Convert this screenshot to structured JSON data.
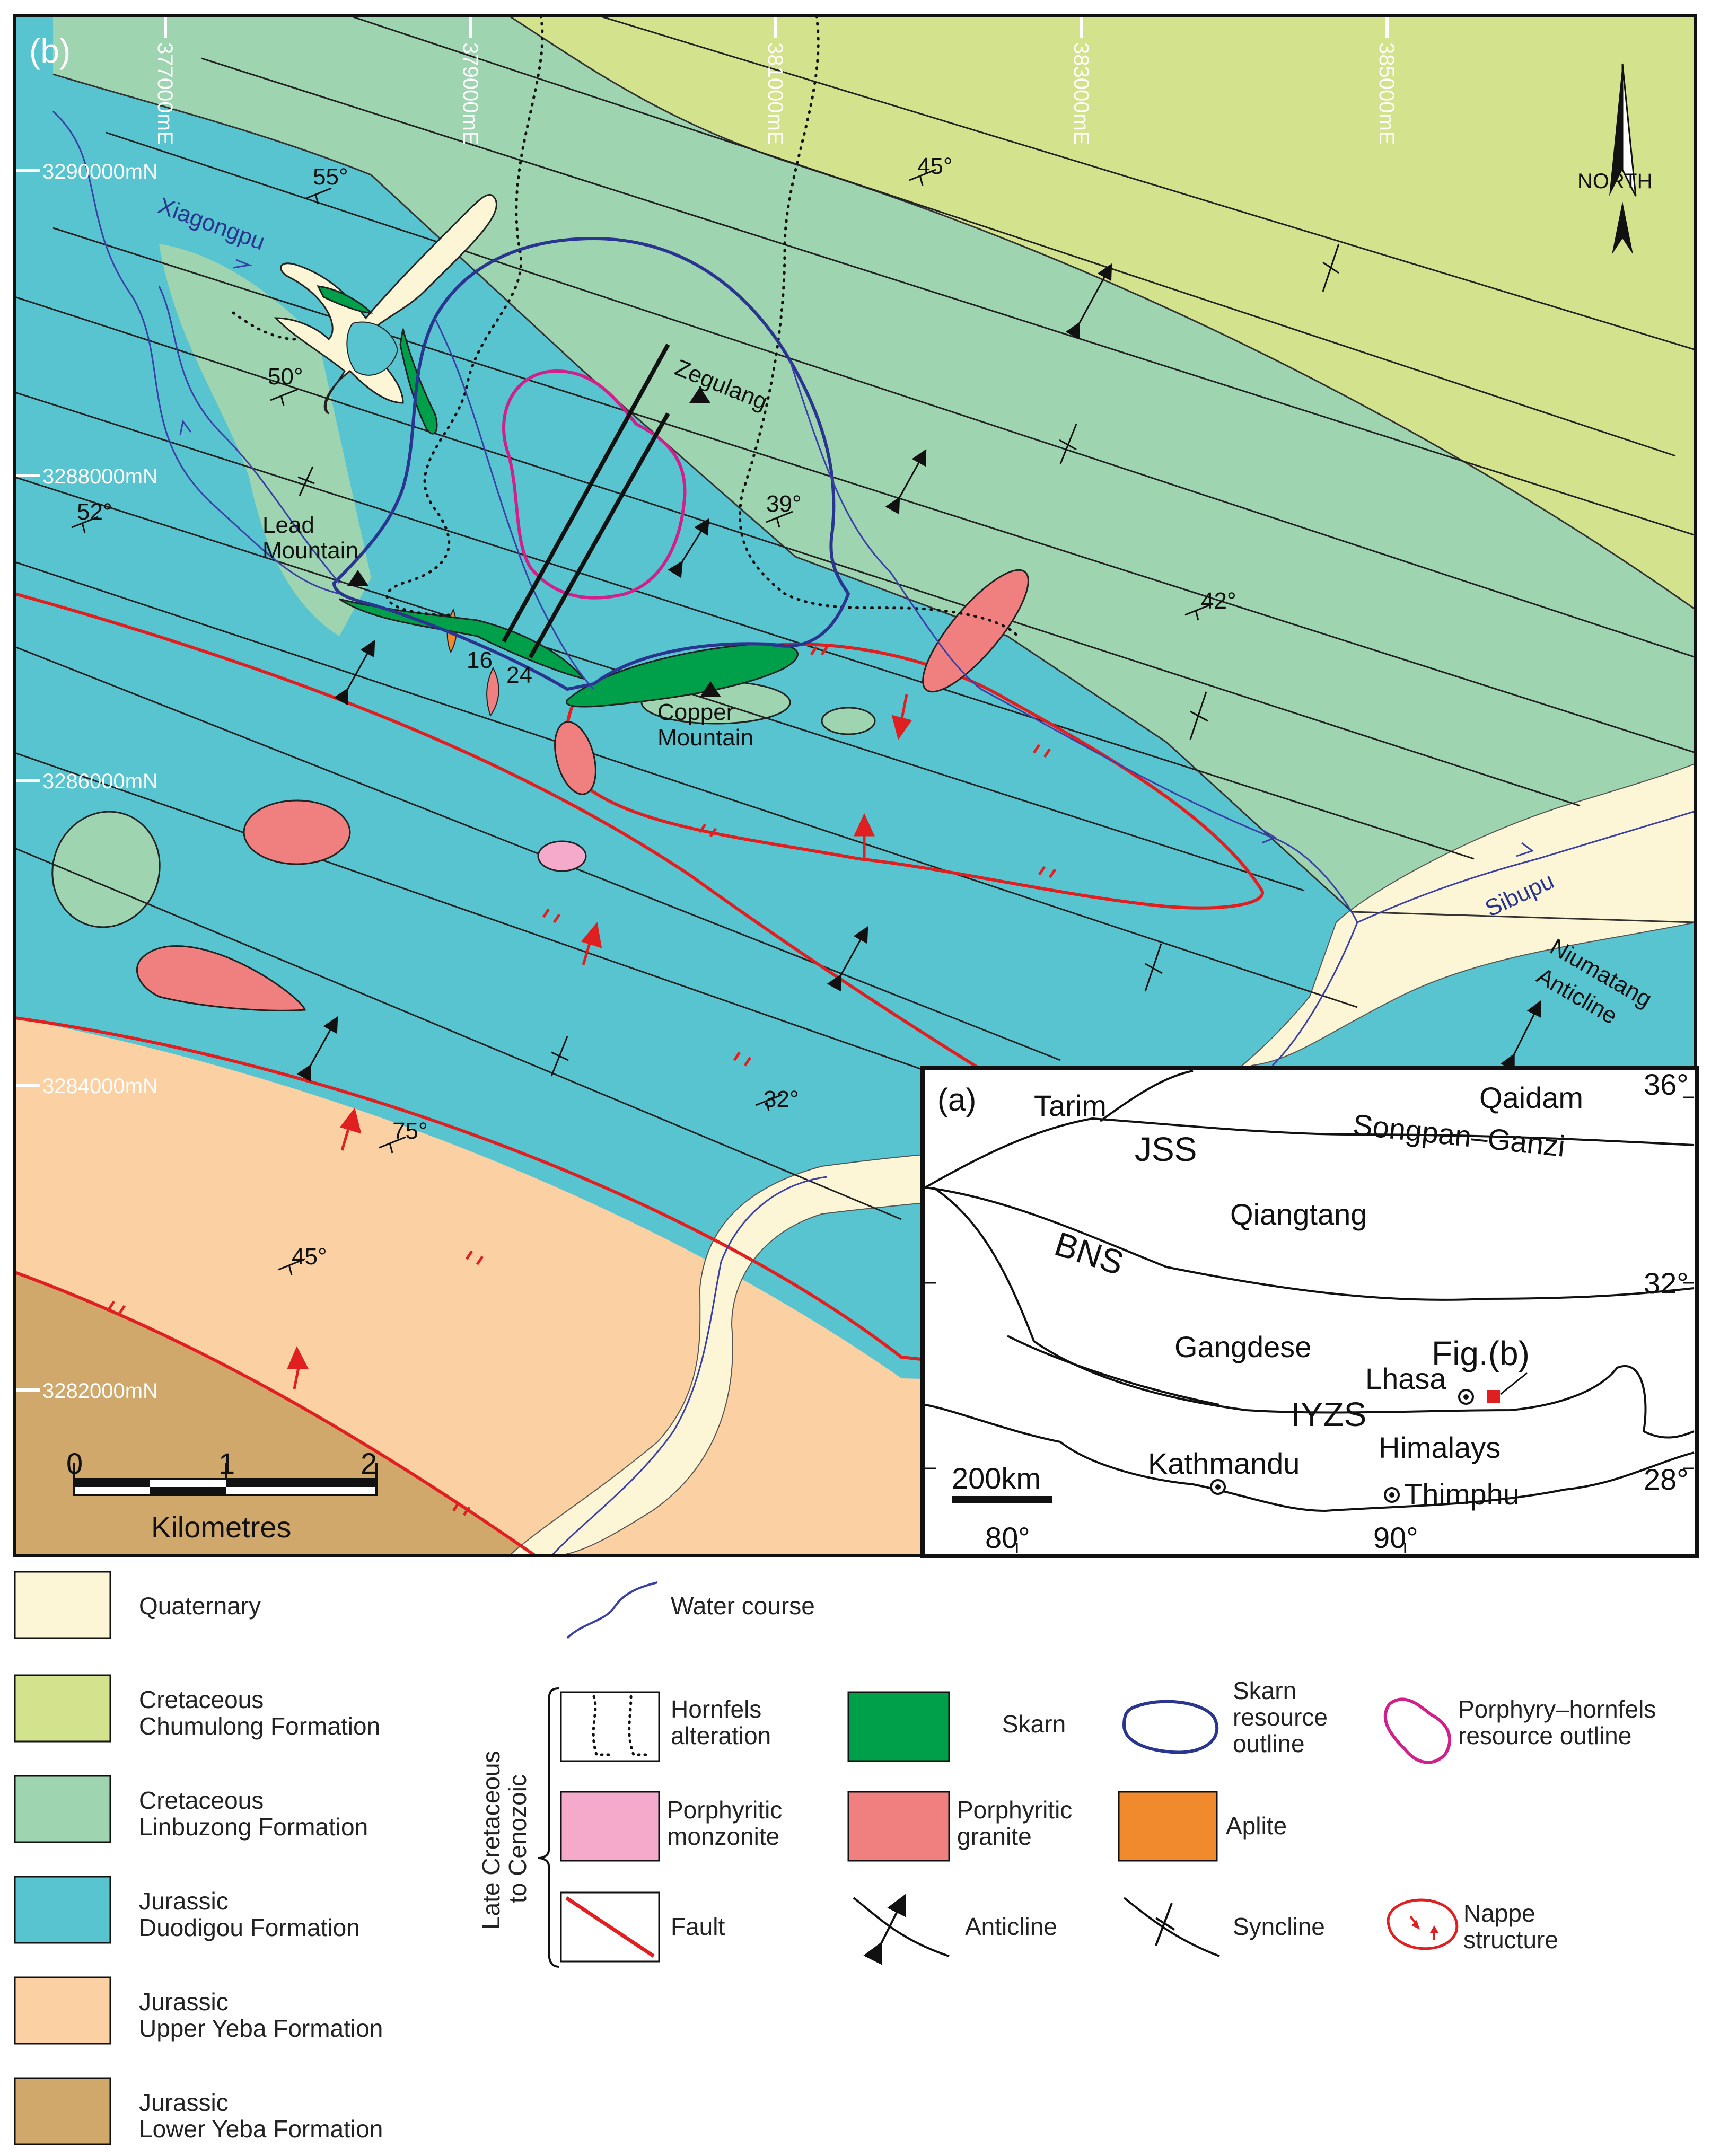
{
  "panels": {
    "main_label": "(b)",
    "inset_label": "(a)"
  },
  "eastings": [
    "377000mE",
    "379000mE",
    "381000mE",
    "383000mE",
    "385000mE"
  ],
  "northings": [
    "3290000mN",
    "3288000mN",
    "3286000mN",
    "3284000mN",
    "3282000mN"
  ],
  "north_arrow": "NORTH",
  "place_labels": {
    "zegulang": "Zegulang",
    "lead_mountain": [
      "Lead",
      "Mountain"
    ],
    "copper_mountain": [
      "Copper",
      "Mountain"
    ],
    "xiagongpu": "Xiagongpu",
    "sibupu": "Sibupu",
    "niumatang": [
      "Niumatang",
      "Anticline"
    ],
    "section_a": "16",
    "section_b": "24"
  },
  "dips": [
    "55°",
    "45°",
    "50°",
    "52°",
    "39°",
    "42°",
    "75°",
    "32°",
    "45°"
  ],
  "scale_bar": {
    "ticks": [
      "0",
      "1",
      "2"
    ],
    "unit": "Kilometres"
  },
  "inset": {
    "regions": [
      "Tarim",
      "Qaidam",
      "Songpan–Ganzi",
      "Qiangtang",
      "Gangdese",
      "Himalays"
    ],
    "sutures": [
      "JSS",
      "BNS",
      "IYZS"
    ],
    "cities": [
      "Lhasa",
      "Kathmandu",
      "Thimphu"
    ],
    "fig_ref": "Fig.(b)",
    "lat": [
      "36°",
      "32°",
      "28°"
    ],
    "lon": [
      "80°",
      "90°"
    ],
    "scale": "200km"
  },
  "legend": {
    "group_label": [
      "Late Cretaceous",
      "to Cenozoic"
    ],
    "formations": [
      {
        "lines": [
          "Quaternary"
        ],
        "color": "#fcf6d6"
      },
      {
        "lines": [
          "Cretaceous",
          "Chumulong Formation"
        ],
        "color": "#d3e28c"
      },
      {
        "lines": [
          "Cretaceous",
          "Linbuzong Formation"
        ],
        "color": "#9ed4b0"
      },
      {
        "lines": [
          "Jurassic",
          "Duodigou Formation"
        ],
        "color": "#58c4d0"
      },
      {
        "lines": [
          "Jurassic",
          "Upper Yeba Formation"
        ],
        "color": "#fbd1a3"
      },
      {
        "lines": [
          "Jurassic",
          "Lower Yeba Formation"
        ],
        "color": "#d0a86c"
      }
    ],
    "water_course": "Water course",
    "hornfels": [
      "Hornfels",
      "alteration"
    ],
    "skarn": "Skarn",
    "skarn_outline": [
      "Skarn",
      "resource",
      "outline"
    ],
    "porphyry_outline": [
      "Porphyry–hornfels",
      "resource outline"
    ],
    "monzonite": [
      "Porphyritic",
      "monzonite"
    ],
    "granite": [
      "Porphyritic",
      "granite"
    ],
    "aplite": "Aplite",
    "fault": "Fault",
    "anticline": "Anticline",
    "syncline": "Syncline",
    "nappe": [
      "Nappe",
      "structure"
    ]
  },
  "colors": {
    "quaternary": "#fcf6d6",
    "chumulong": "#d3e28c",
    "linbuzong": "#9ed4b0",
    "duodigou": "#58c4d0",
    "upper_yeba": "#fbd1a3",
    "lower_yeba": "#d0a86c",
    "skarn": "#00a04a",
    "granite": "#f08080",
    "monzonite": "#f5aacb",
    "aplite": "#f08a2c",
    "fault": "#e02020",
    "skarn_outline": "#2a3590",
    "porphyry_outline": "#d0208a"
  }
}
